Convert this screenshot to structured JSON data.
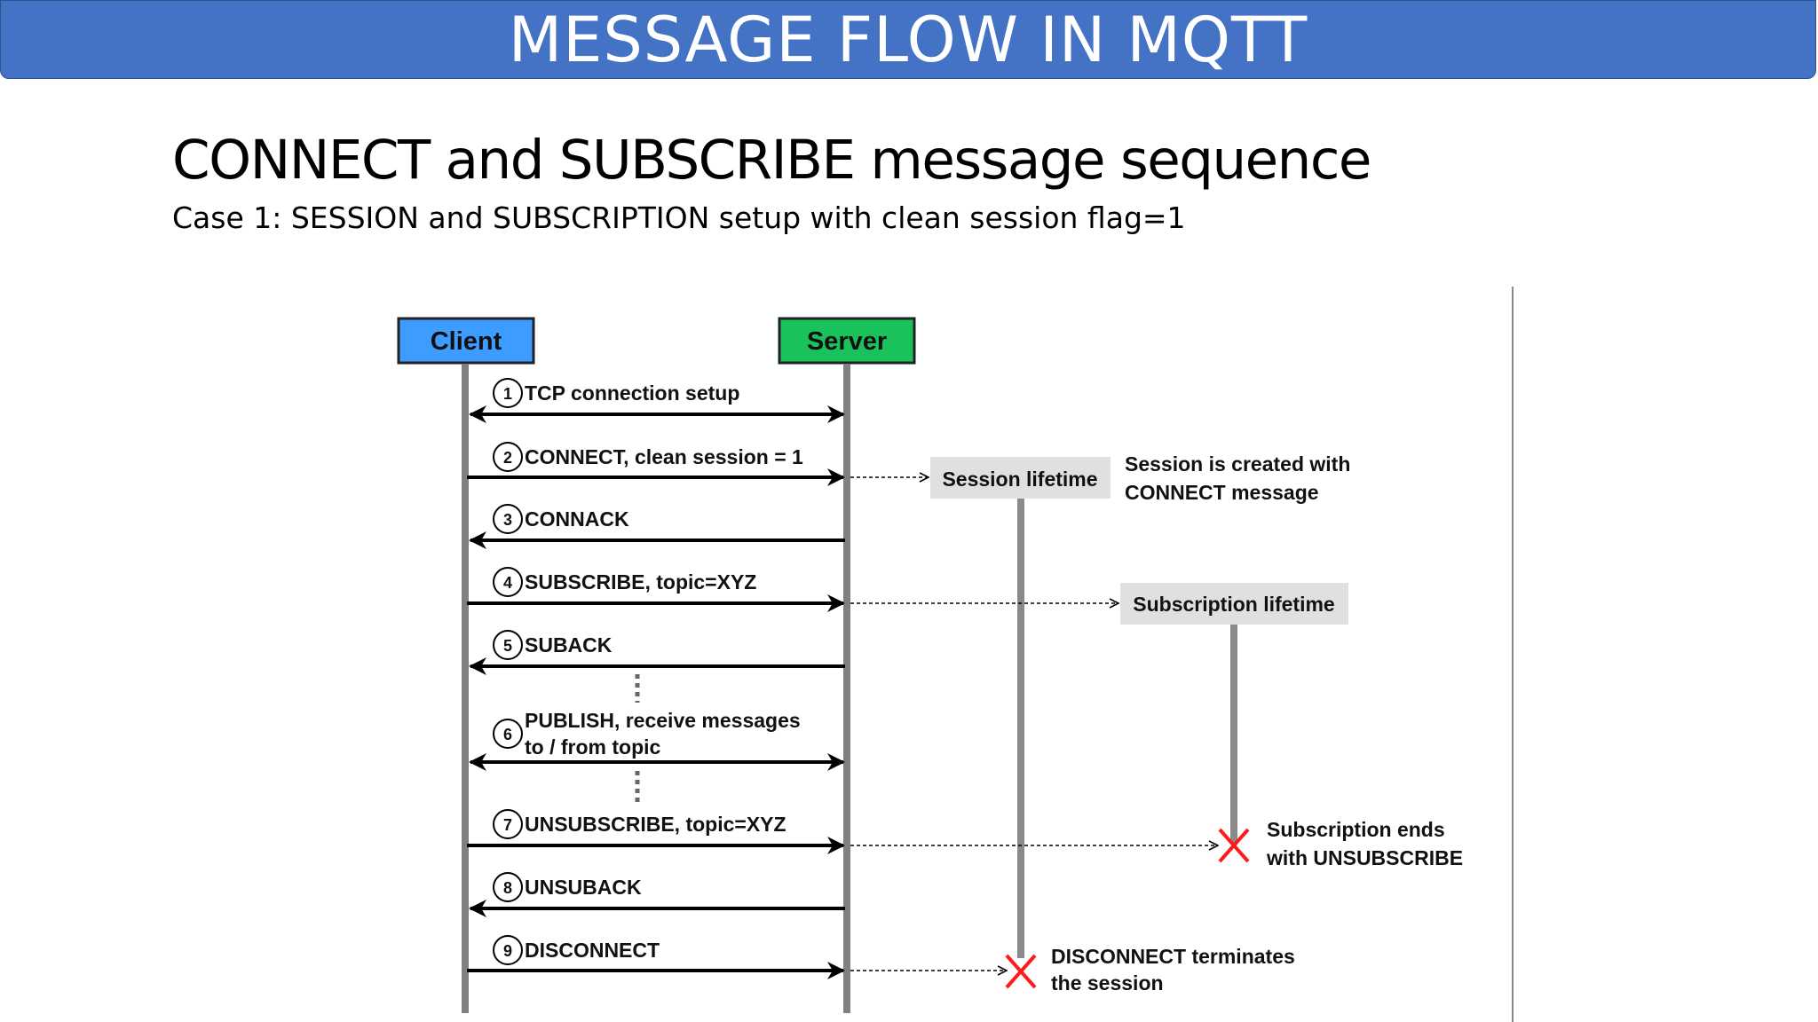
{
  "title": "MESSAGE FLOW IN MQTT",
  "subtitle": "CONNECT and SUBSCRIBE message sequence",
  "case": {
    "label": "Case 1",
    "text": ": SESSION and SUBSCRIPTION setup with clean session flag=1"
  },
  "actors": {
    "client": {
      "label": "Client",
      "color": "#3d9cff"
    },
    "server": {
      "label": "Server",
      "color": "#19c25a"
    }
  },
  "messages": [
    {
      "num": "1",
      "label": "TCP connection setup",
      "direction": "both"
    },
    {
      "num": "2",
      "label": "CONNECT, clean session = 1",
      "direction": "to-server"
    },
    {
      "num": "3",
      "label": "CONNACK",
      "direction": "to-client"
    },
    {
      "num": "4",
      "label": "SUBSCRIBE, topic=XYZ",
      "direction": "to-server"
    },
    {
      "num": "5",
      "label": "SUBACK",
      "direction": "to-client"
    },
    {
      "num": "6",
      "label": "PUBLISH, receive messages",
      "label2": "to / from topic",
      "direction": "both"
    },
    {
      "num": "7",
      "label": "UNSUBSCRIBE, topic=XYZ",
      "direction": "to-server"
    },
    {
      "num": "8",
      "label": "UNSUBACK",
      "direction": "to-client"
    },
    {
      "num": "9",
      "label": "DISCONNECT",
      "direction": "to-server"
    }
  ],
  "lifetimes": {
    "session": {
      "label": "Session lifetime"
    },
    "subscription": {
      "label": "Subscription lifetime"
    }
  },
  "notes": {
    "session_created": [
      "Session is created with",
      "CONNECT message"
    ],
    "subscription_ends": [
      "Subscription ends",
      "with UNSUBSCRIBE"
    ],
    "disconnect_terminates": [
      "DISCONNECT terminates",
      "the session"
    ]
  },
  "colors": {
    "title_bar": "#4472c4",
    "lifeline": "#808080",
    "lifetime_box": "#e0e0e0",
    "end_marker": "#ff1a1a"
  }
}
